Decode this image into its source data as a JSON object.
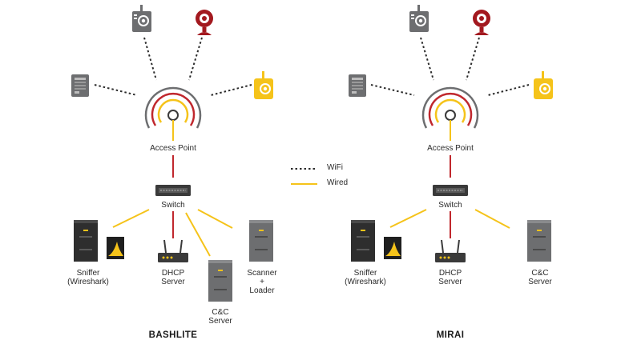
{
  "colors": {
    "wifi": "#2b2b2b",
    "wired": "#f5c31a",
    "uplink": "#c0272d",
    "device_gray": "#6d6e70",
    "server_dark": "#3a3a3a",
    "accent_yellow": "#f5c31a",
    "accent_red": "#a3191f"
  },
  "legend": {
    "wifi_label": "WiFi",
    "wired_label": "Wired"
  },
  "bashlite": {
    "title": "BASHLITE",
    "access_point": "Access Point",
    "switch": "Switch",
    "sniffer_line1": "Sniffer",
    "sniffer_line2": "(Wireshark)",
    "dhcp_line1": "DHCP",
    "dhcp_line2": "Server",
    "cnc_line1": "C&C",
    "cnc_line2": "Server",
    "scanner_line1": "Scanner",
    "scanner_line2": "+",
    "scanner_line3": "Loader"
  },
  "mirai": {
    "title": "MIRAI",
    "access_point": "Access Point",
    "switch": "Switch",
    "sniffer_line1": "Sniffer",
    "sniffer_line2": "(Wireshark)",
    "dhcp_line1": "DHCP",
    "dhcp_line2": "Server",
    "cnc_line1": "C&C",
    "cnc_line2": "Server"
  },
  "icons": [
    "baby-monitor-icon",
    "ip-camera-icon",
    "dvr-box-icon",
    "yellow-monitor-icon",
    "access-point-icon",
    "network-switch-icon",
    "tower-server-icon",
    "shark-fin-icon",
    "router-icon"
  ]
}
